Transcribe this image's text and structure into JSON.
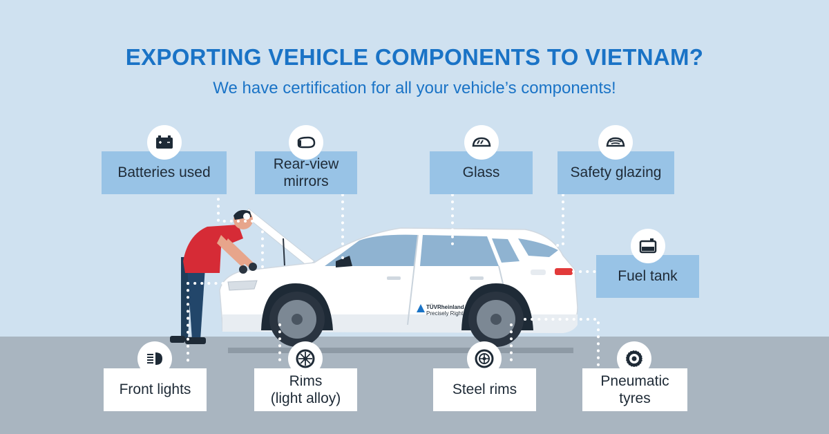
{
  "header": {
    "title": "EXPORTING VEHICLE COMPONENTS TO VIETNAM?",
    "subtitle": "We have certification for all your vehicle’s components!"
  },
  "brand": {
    "name": "TÜVRheinland",
    "tagline": "Precisely Right."
  },
  "components": {
    "batteries": {
      "label": "Batteries used",
      "icon": "battery-icon"
    },
    "mirrors": {
      "label_line1": "Rear-view",
      "label_line2": "mirrors",
      "icon": "side-mirror-icon"
    },
    "glass": {
      "label": "Glass",
      "icon": "windshield-icon"
    },
    "safety_glazing": {
      "label": "Safety glazing",
      "icon": "windshield-wiper-icon"
    },
    "fuel_tank": {
      "label": "Fuel tank",
      "icon": "fuel-tank-icon"
    },
    "front_lights": {
      "label": "Front lights",
      "icon": "headlight-icon"
    },
    "rims_alloy": {
      "label_line1": "Rims",
      "label_line2": "(light alloy)",
      "icon": "alloy-rim-icon"
    },
    "steel_rims": {
      "label": "Steel rims",
      "icon": "steel-rim-icon"
    },
    "tyres": {
      "label_line1": "Pneumatic",
      "label_line2": "tyres",
      "icon": "tyre-icon"
    }
  },
  "colors": {
    "background": "#cfe1f0",
    "accent": "#1a73c6",
    "label_box": "#98c3e6",
    "ground": "#a9b5c0"
  }
}
